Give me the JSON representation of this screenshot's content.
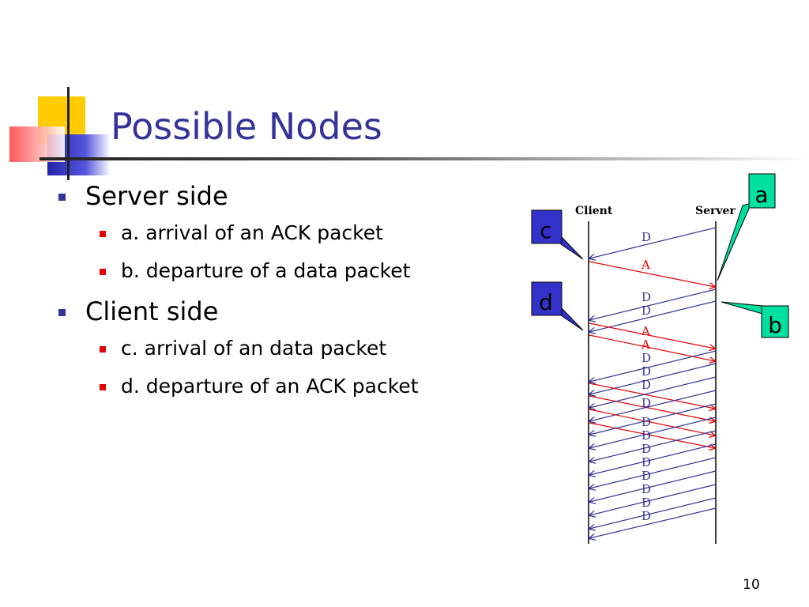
{
  "slide": {
    "title": "Possible Nodes",
    "page_number": "10"
  },
  "bullets": [
    {
      "label": "Server side",
      "items": [
        "a. arrival of an ACK packet",
        "b. departure of a data packet"
      ]
    },
    {
      "label": "Client side",
      "items": [
        "c. arrival of an data packet",
        "d. departure of an ACK packet"
      ]
    }
  ],
  "diagram": {
    "client_label": "Client",
    "server_label": "Server",
    "packet_labels": [
      "D",
      "A",
      "D",
      "D",
      "A",
      "A",
      "D",
      "D",
      "D",
      "D",
      "D",
      "D",
      "D",
      "D",
      "D",
      "D",
      "D",
      "D"
    ],
    "callouts": {
      "a": "a",
      "b": "b",
      "c": "c",
      "d": "d"
    },
    "colors": {
      "data_packet": "#333399",
      "ack_packet": "#e30000",
      "callout_blue": "#3333cc",
      "callout_green": "#00e0a0",
      "title": "#333399"
    }
  }
}
